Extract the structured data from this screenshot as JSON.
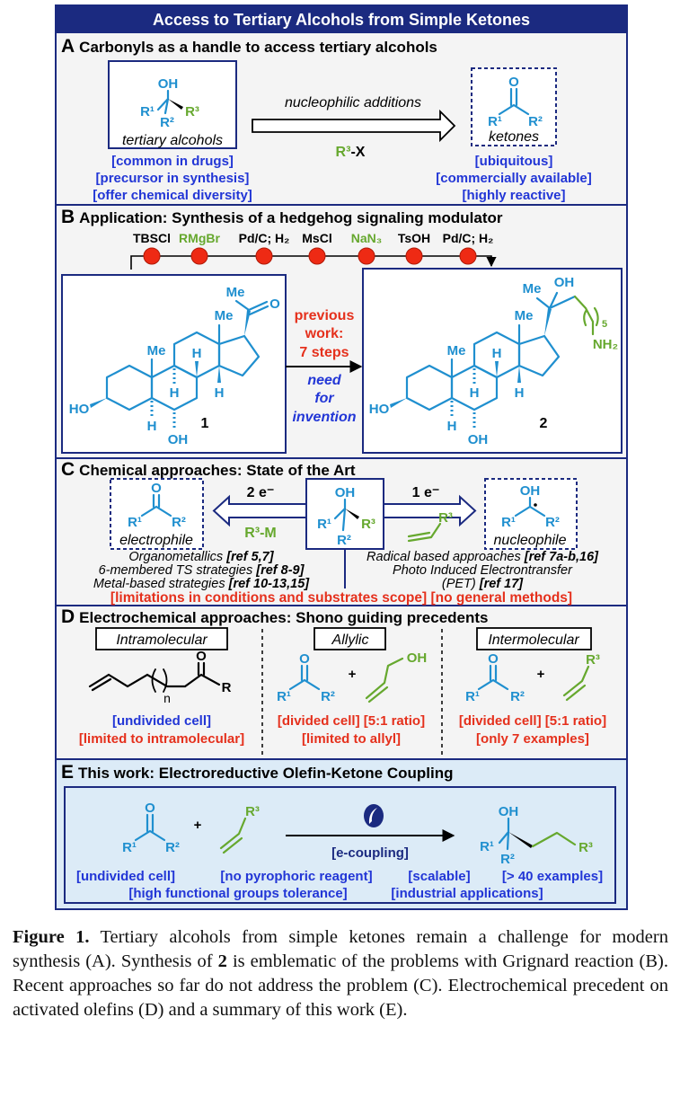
{
  "colors": {
    "navy": "#1b2a80",
    "chem_blue": "#1f8fcf",
    "green": "#66a82e",
    "note_blue": "#2236d6",
    "red": "#e5301c",
    "panel_bg": "#f4f4f4",
    "panel_e_bg": "#dcebf7",
    "step_dot": "#ee2a14"
  },
  "title": "Access to Tertiary Alcohols from Simple Ketones",
  "a": {
    "letter": "A",
    "heading": "Carbonyls as a handle to access tertiary alcohols",
    "alcohol": {
      "oh": "OH",
      "r1": "R¹",
      "r2": "R²",
      "r3": "R³",
      "caption": "tertiary alcohols"
    },
    "alcohol_notes": [
      "[common in drugs]",
      "[precursor in synthesis]",
      "[offer chemical diversity]"
    ],
    "arrow_top": "nucleophilic additions",
    "arrow_reagent": {
      "r": "R³",
      "x": "-X"
    },
    "ketone": {
      "o": "O",
      "r1": "R¹",
      "r2": "R²",
      "caption": "ketones"
    },
    "ketone_notes": [
      "[ubiquitous]",
      "[commercially available]",
      "[highly reactive]"
    ]
  },
  "b": {
    "letter": "B",
    "heading": "Application: Synthesis of a hedgehog signaling modulator",
    "reagents": [
      {
        "label": "TBSCl",
        "color": "#000000"
      },
      {
        "label": "RMgBr",
        "color": "#66a82e"
      },
      {
        "label": "Pd/C; H₂",
        "color": "#000000"
      },
      {
        "label": "MsCl",
        "color": "#000000"
      },
      {
        "label": "NaN₃",
        "color": "#66a82e"
      },
      {
        "label": "TsOH",
        "color": "#000000"
      },
      {
        "label": "Pd/C; H₂",
        "color": "#000000"
      }
    ],
    "arrow_top": [
      "previous",
      "work:",
      "7 steps"
    ],
    "arrow_bottom": [
      "need",
      "for",
      "invention"
    ],
    "core_labels": {
      "me10": "Me",
      "me13": "Me",
      "h9": "H",
      "h8": "H",
      "h14": "H",
      "h5": "H",
      "oh6": "OH",
      "ho3": "HO"
    },
    "compound1": {
      "number": "1",
      "me21": "Me",
      "o": "O"
    },
    "compound2": {
      "number": "2",
      "me21": "Me",
      "oh": "OH",
      "repeat": "5",
      "nh2": "NH₂"
    }
  },
  "c": {
    "letter": "C",
    "heading": "Chemical approaches: State of the Art",
    "electrophile": {
      "o": "O",
      "r1": "R¹",
      "r2": "R²",
      "caption": "electrophile"
    },
    "center": {
      "oh": "OH",
      "r1": "R¹",
      "r2": "R²",
      "r3": "R³"
    },
    "nucleophile": {
      "oh": "OH",
      "r1": "R¹",
      "r2": "R²",
      "caption": "nucleophile"
    },
    "left_arrow_label": "2 e⁻",
    "right_arrow_label": "1 e⁻",
    "left_reagent": "R³-M",
    "right_reagent": "R³",
    "left_lines": [
      {
        "text": "Organometallics",
        "ref": " [ref 5,7]"
      },
      {
        "text": "6-membered TS strategies",
        "ref": " [ref 8-9]"
      },
      {
        "text": "Metal-based strategies",
        "ref": " [ref 10-13,15]"
      }
    ],
    "right_lines": [
      {
        "text": "Radical based approaches",
        "ref": " [ref 7a-b,16]"
      },
      {
        "text": "Photo Induced Electrontransfer",
        "ref": ""
      },
      {
        "text": "(PET)",
        "ref": " [ref 17]"
      }
    ],
    "limitations": "[limitations in conditions and substrates scope] [no general methods]"
  },
  "d": {
    "letter": "D",
    "heading": "Electrochemical approaches: Shono guiding precedents",
    "intramolecular": {
      "label": "Intramolecular",
      "o": "O",
      "r": "R",
      "n": "n",
      "note_blue": "[undivided cell]",
      "note_red": "[limited to intramolecular]"
    },
    "allylic": {
      "label": "Allylic",
      "o": "O",
      "r1": "R¹",
      "r2": "R²",
      "plus": "+",
      "oh": "OH",
      "notes_red": [
        "[divided cell] [5:1 ratio]",
        "[limited to allyl]"
      ]
    },
    "intermolecular": {
      "label": "Intermolecular",
      "o": "O",
      "r1": "R¹",
      "r2": "R²",
      "plus": "+",
      "r3": "R³",
      "notes_red": [
        "[divided cell] [5:1 ratio]",
        "[only 7 examples]"
      ]
    }
  },
  "e": {
    "letter": "E",
    "heading": "This work: Electroreductive Olefin-Ketone Coupling",
    "ketone": {
      "o": "O",
      "r1": "R¹",
      "r2": "R²"
    },
    "plus": "+",
    "olefin_r3": "R³",
    "arrow_label": "[e-coupling]",
    "arrow_icon": "electricity-feather-icon",
    "product": {
      "oh": "OH",
      "r1": "R¹",
      "r2": "R²",
      "r3": "R³"
    },
    "notes_row1": [
      "[undivided cell]",
      "[no pyrophoric reagent]",
      "[scalable]",
      "[> 40 examples]"
    ],
    "notes_row2": [
      "[high functional groups tolerance]",
      "[industrial applications]"
    ]
  },
  "caption": {
    "label": "Figure 1.",
    "text_1": " Tertiary alcohols from simple ketones remain a challenge for modern synthesis (A). Synthesis of ",
    "compound": "2",
    "text_2": " is emblematic of the problems with Grignard reaction (B). Recent approaches so far do not address the problem (C). Electrochemical precedent on activated olefins (D) and a summary of this work (E)."
  }
}
